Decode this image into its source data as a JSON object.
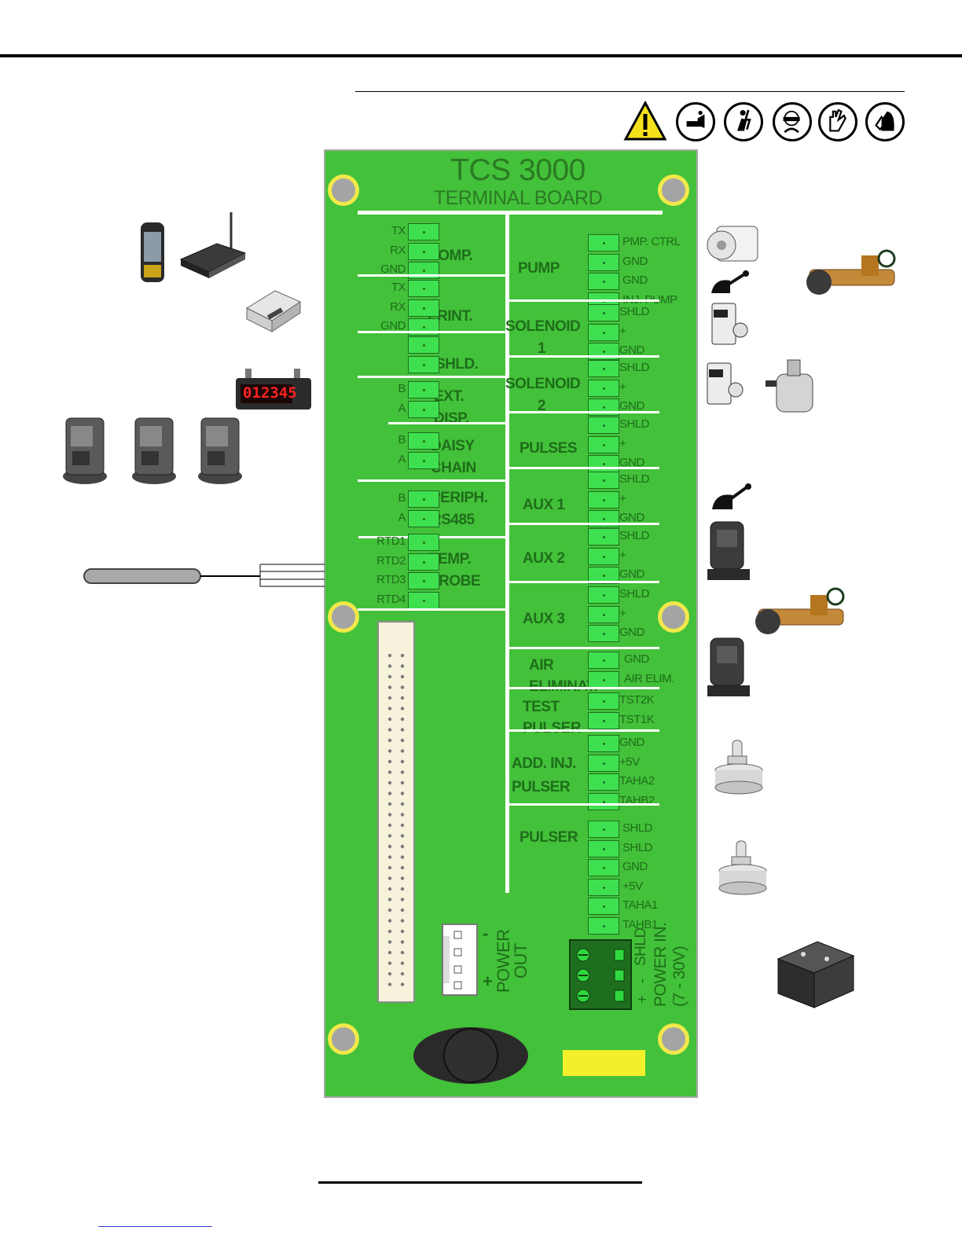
{
  "board": {
    "title": "TCS 3000",
    "subtitle": "TERMINAL BOARD",
    "left_sections": [
      {
        "id": "comp",
        "name_lines": [
          "COMP."
        ],
        "pins": [
          "TX",
          "RX",
          "GND"
        ]
      },
      {
        "id": "print",
        "name_lines": [
          "PRINT."
        ],
        "pins": [
          "TX",
          "RX",
          "GND"
        ]
      },
      {
        "id": "shld",
        "name_lines": [
          "SHLD."
        ],
        "pins": [
          "",
          ""
        ]
      },
      {
        "id": "extdisp",
        "name_lines": [
          "EXT.",
          "DISP."
        ],
        "pins": [
          "B",
          "A"
        ]
      },
      {
        "id": "daisy",
        "name_lines": [
          "DAISY",
          "CHAIN"
        ],
        "pins": [
          "B",
          "A"
        ]
      },
      {
        "id": "periph",
        "name_lines": [
          "PERIPH.",
          "RS485"
        ],
        "pins": [
          "B",
          "A"
        ]
      },
      {
        "id": "temp",
        "name_lines": [
          "TEMP.",
          "PROBE"
        ],
        "pins": [
          "RTD1",
          "RTD2",
          "RTD3",
          "RTD4"
        ]
      }
    ],
    "right_sections": [
      {
        "id": "pump",
        "name_lines": [
          "PUMP"
        ],
        "pins": [
          "PMP. CTRL",
          "GND",
          "GND",
          "INJ. PUMP"
        ]
      },
      {
        "id": "sol1",
        "name_lines": [
          "SOLENOID",
          "1"
        ],
        "pins": [
          "SHLD",
          "+",
          "GND"
        ]
      },
      {
        "id": "sol2",
        "name_lines": [
          "SOLENOID",
          "2"
        ],
        "pins": [
          "SHLD",
          "+",
          "GND"
        ]
      },
      {
        "id": "pulses",
        "name_lines": [
          "PULSES"
        ],
        "pins": [
          "SHLD",
          "+",
          "GND"
        ]
      },
      {
        "id": "aux1",
        "name_lines": [
          "AUX 1"
        ],
        "pins": [
          "SHLD",
          "+",
          "GND"
        ]
      },
      {
        "id": "aux2",
        "name_lines": [
          "AUX 2"
        ],
        "pins": [
          "SHLD",
          "+",
          "GND"
        ]
      },
      {
        "id": "aux3",
        "name_lines": [
          "AUX 3"
        ],
        "pins": [
          "SHLD",
          "+",
          "GND"
        ]
      },
      {
        "id": "airelim",
        "name_lines": [
          "AIR",
          "ELIMINAT."
        ],
        "pins": [
          "GND",
          "AIR ELIM."
        ]
      },
      {
        "id": "testpulser",
        "name_lines": [
          "TEST",
          "PULSER"
        ],
        "pins": [
          "TST2K",
          "TST1K"
        ]
      },
      {
        "id": "addinj",
        "name_lines": [
          "ADD. INJ.",
          "PULSER"
        ],
        "pins": [
          "GND",
          "+5V",
          "TAHA2",
          "TAHB2"
        ]
      },
      {
        "id": "pulser",
        "name_lines": [
          "PULSER"
        ],
        "pins": [
          "SHLD",
          "SHLD",
          "GND",
          "+5V",
          "TAHA1",
          "TAHB1"
        ]
      }
    ],
    "power_out": {
      "label_lines": [
        "POWER",
        "OUT"
      ],
      "minus": "-",
      "plus": "+"
    },
    "power_in": {
      "pins": [
        "SHLD",
        "-",
        "+"
      ],
      "label_lines": [
        "POWER IN.",
        "(7 - 30V)"
      ]
    },
    "display_digits": "012345"
  },
  "colors": {
    "board_green": "#43c13a",
    "terminal_green": "#3fe04f",
    "label_green": "#1e6e1a",
    "ring_yellow": "#f1e94a",
    "warning_yellow": "#f4e11c"
  },
  "icons": {
    "safety": [
      "warning-triangle-icon",
      "read-manual-icon",
      "electric-shock-icon",
      "safety-glasses-icon",
      "gloves-icon",
      "face-shield-icon"
    ]
  }
}
